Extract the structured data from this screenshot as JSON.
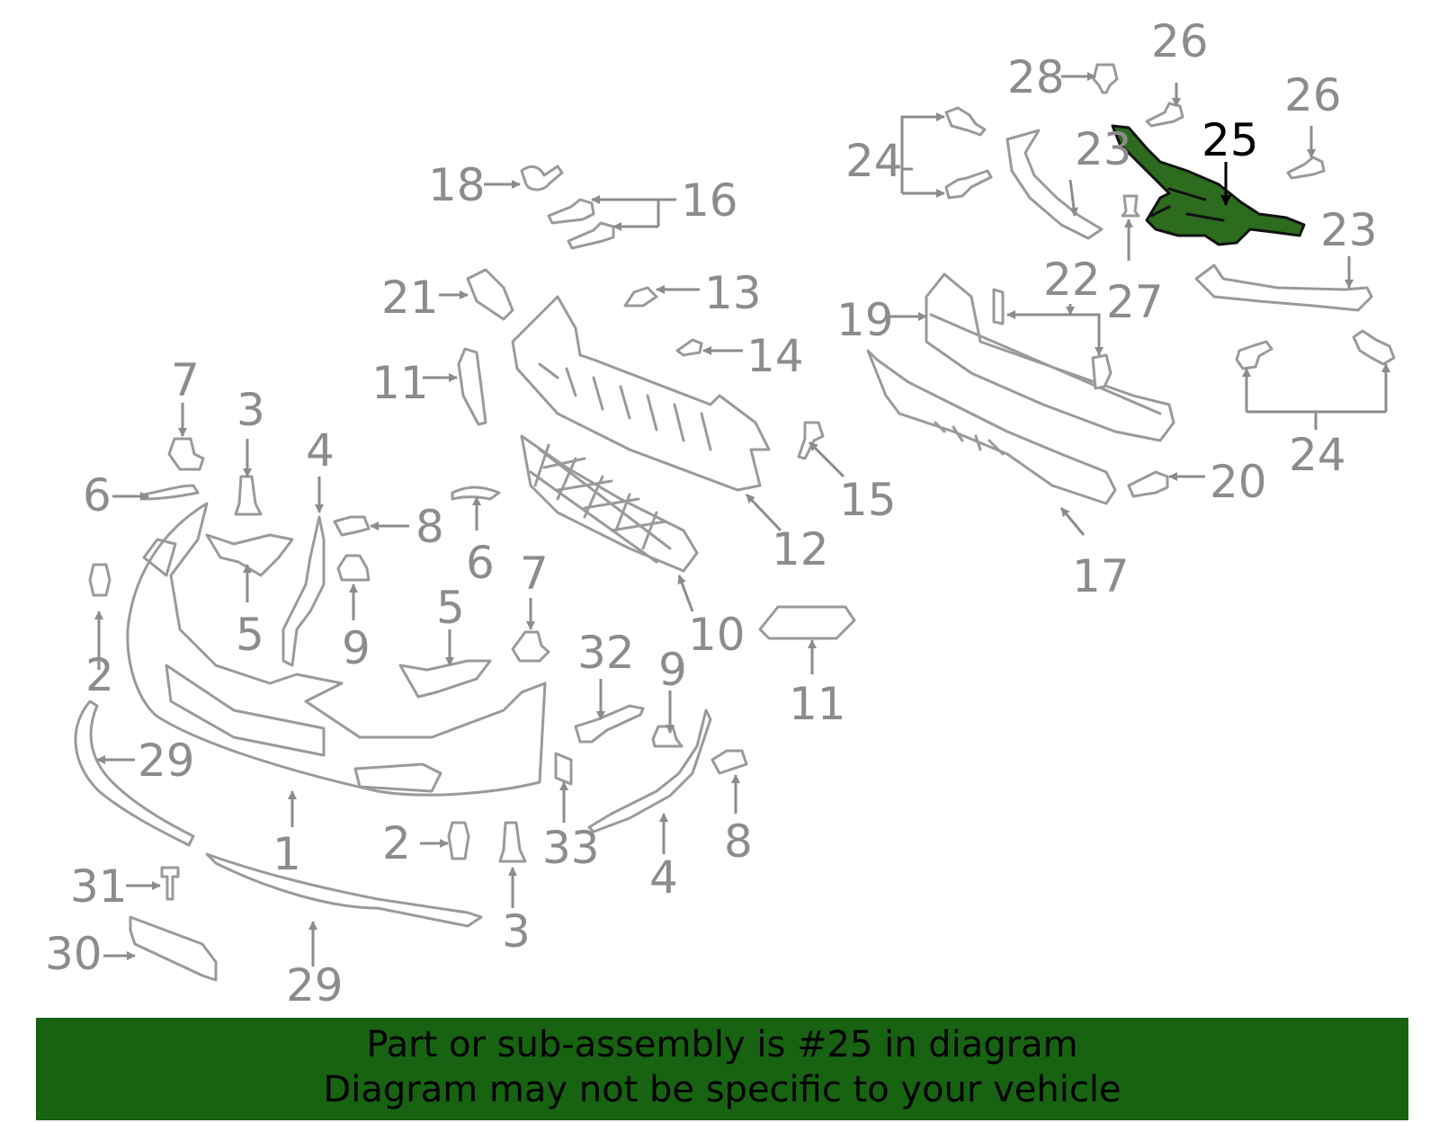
{
  "diagram": {
    "highlighted_part": "25",
    "callouts": [
      "1",
      "2",
      "2",
      "3",
      "3",
      "4",
      "4",
      "5",
      "5",
      "6",
      "6",
      "7",
      "7",
      "8",
      "8",
      "9",
      "9",
      "10",
      "11",
      "11",
      "12",
      "13",
      "14",
      "15",
      "16",
      "17",
      "18",
      "19",
      "20",
      "21",
      "22",
      "23",
      "23",
      "24",
      "24",
      "25",
      "26",
      "26",
      "27",
      "28",
      "29",
      "29",
      "30",
      "31",
      "32",
      "33"
    ],
    "colors": {
      "highlight_fill": "#2d6b1f",
      "banner_background": "#176312",
      "line_gray": "#9a9a9a",
      "label_gray": "#8c8c8c"
    }
  },
  "banner": {
    "line1": "Part or sub-assembly is #25 in diagram",
    "line2": "Diagram may not be specific to your vehicle"
  }
}
